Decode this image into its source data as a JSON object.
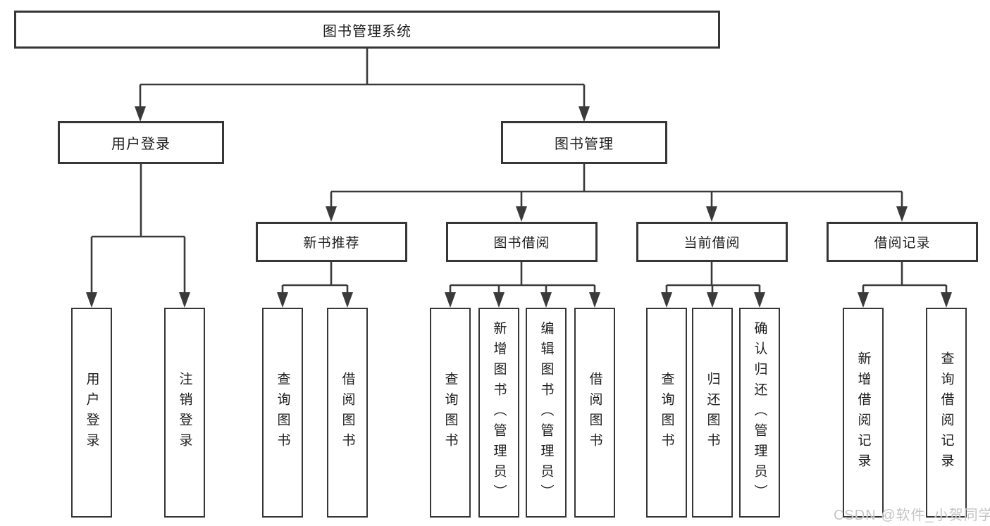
{
  "diagram": {
    "type": "hierarchy-tree",
    "title": "图书管理系统",
    "watermark": "CSDN @软件_小贺同学",
    "colors": {
      "line": "#3a3a3a",
      "box_border": "#363636",
      "box_fill": "#ffffff",
      "text": "#1e1e1e",
      "watermark": "#c5c5c5",
      "background": "#ffffff"
    },
    "nodes": {
      "root": {
        "label": "图书管理系统"
      },
      "level2": [
        {
          "label": "用户登录"
        },
        {
          "label": "图书管理"
        }
      ],
      "level3": [
        {
          "label": "新书推荐",
          "parent": "图书管理"
        },
        {
          "label": "图书借阅",
          "parent": "图书管理"
        },
        {
          "label": "当前借阅",
          "parent": "图书管理"
        },
        {
          "label": "借阅记录",
          "parent": "图书管理"
        }
      ],
      "leaves": [
        {
          "label": "用户登录",
          "parent": "用户登录"
        },
        {
          "label": "注销登录",
          "parent": "用户登录"
        },
        {
          "label": "查询图书",
          "parent": "新书推荐"
        },
        {
          "label": "借阅图书",
          "parent": "新书推荐"
        },
        {
          "label": "查询图书",
          "parent": "图书借阅"
        },
        {
          "label": "新增图书（管理员）",
          "parent": "图书借阅"
        },
        {
          "label": "编辑图书（管理员）",
          "parent": "图书借阅"
        },
        {
          "label": "借阅图书",
          "parent": "图书借阅"
        },
        {
          "label": "查询图书",
          "parent": "当前借阅"
        },
        {
          "label": "归还图书",
          "parent": "当前借阅"
        },
        {
          "label": "确认归还（管理员）",
          "parent": "当前借阅"
        },
        {
          "label": "新增借阅记录",
          "parent": "借阅记录"
        },
        {
          "label": "查询借阅记录",
          "parent": "借阅记录"
        }
      ]
    }
  }
}
